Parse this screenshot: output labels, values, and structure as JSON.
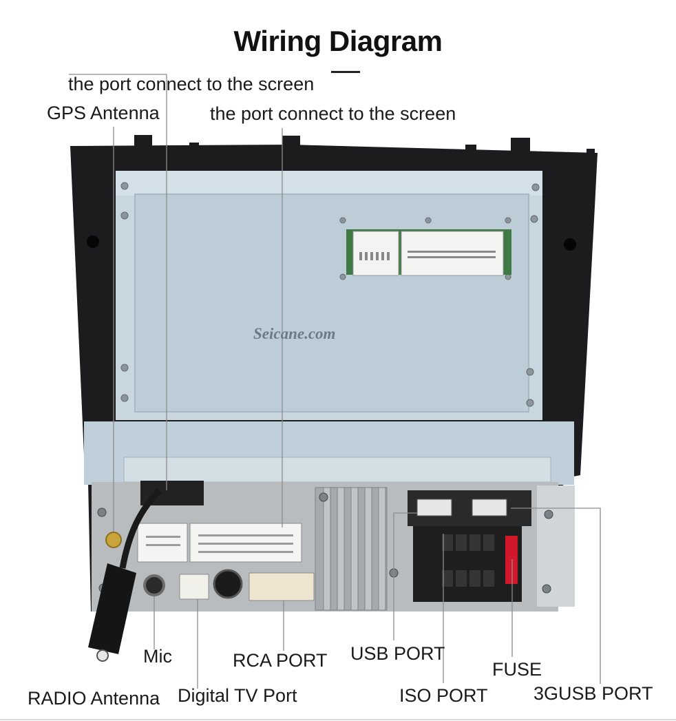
{
  "title": "Wiring Diagram",
  "watermark": "Seicane.com",
  "labels": {
    "port_screen_1": "the port connect to the screen",
    "gps_antenna": "GPS Antenna",
    "port_screen_2": "the port connect to the screen",
    "mic": "Mic",
    "rca_port": "RCA PORT",
    "usb_port": "USB PORT",
    "fuse": "FUSE",
    "radio_antenna": "RADIO Antenna",
    "digital_tv_port": "Digital TV Port",
    "iso_port": "ISO PORT",
    "usb3g_port": "3GUSB PORT"
  },
  "colors": {
    "bezel": "#1c1c1e",
    "metal_panel": "#c7d6df",
    "chassis": "#b9bcbf",
    "fuse": "#d0182a",
    "gps_connector": "#c9a43a",
    "pcb_green": "#3f7a45"
  }
}
